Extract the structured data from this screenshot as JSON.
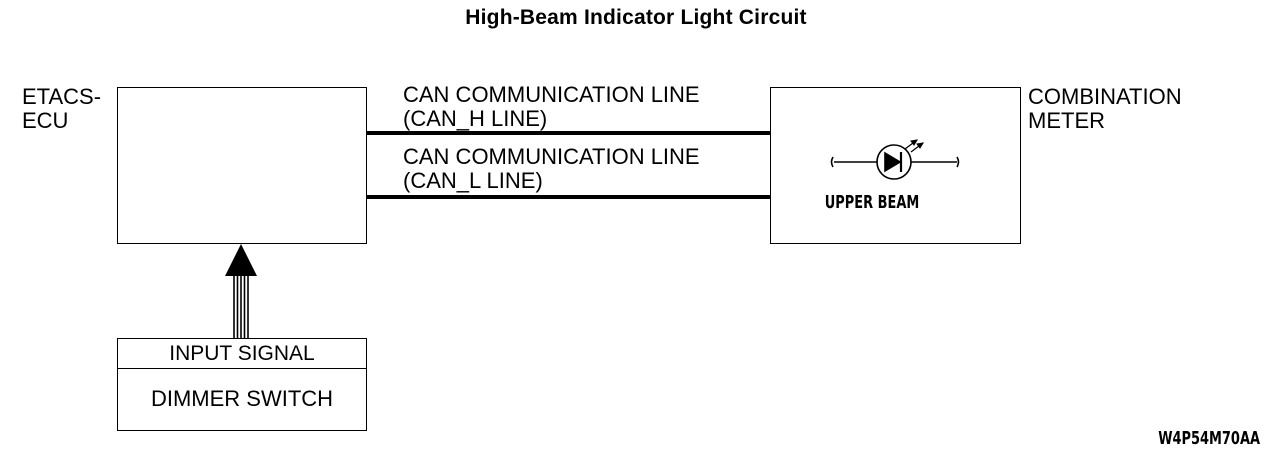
{
  "title": "High-Beam Indicator Light Circuit",
  "ecu": {
    "line1": "ETACS-",
    "line2": "ECU"
  },
  "meter": {
    "line1": "COMBINATION",
    "line2": "METER",
    "indicator_label": "UPPER BEAM",
    "indicator_icon": "led-icon"
  },
  "can_h": {
    "line1": "CAN COMMUNICATION LINE",
    "line2": "(CAN_H LINE)"
  },
  "can_l": {
    "line1": "CAN COMMUNICATION LINE",
    "line2": "(CAN_L LINE)"
  },
  "switch": {
    "signal_label": "INPUT SIGNAL",
    "name": "DIMMER SWITCH"
  },
  "figure_code": "W4P54M70AA"
}
